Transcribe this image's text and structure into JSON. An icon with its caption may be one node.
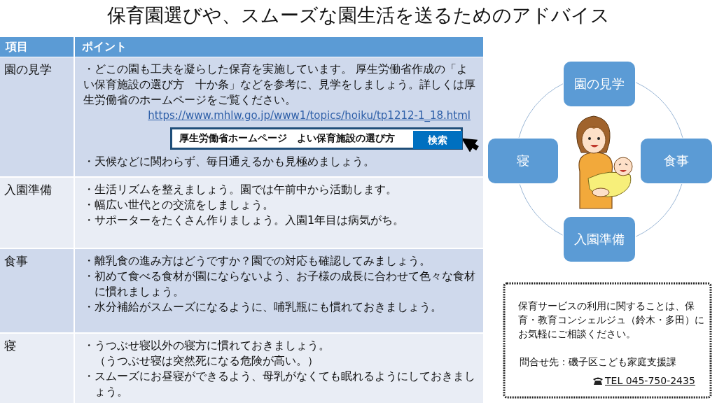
{
  "diagram": {
    "title": "保育園選びや、スムーズな園生活を送るためのアドバイス",
    "nodes": [
      {
        "text": [
          "厚生労働省ホームページ　よい保育施設の選び方"
        ]
      },
      {
        "text": [
          "検索"
        ],
        "in": 0
      },
      {
        "text": [
          "園の見学"
        ]
      },
      {
        "text": [
          "寝"
        ]
      },
      {
        "text": [
          "食事"
        ]
      },
      {
        "text": [
          "入園準備"
        ]
      },
      {
        "text": [
          "保育サービスの利用に関することは、保育・教育コンシェルジュ（鈴木・多田）にお気軽にご相談ください。",
          "問合せ先：磯子区こども家庭支援課",
          "TEL 045-750-2435"
        ]
      }
    ],
    "edges": [
      {
        "from": 2,
        "to": 4,
        "arrow": "none"
      },
      {
        "from": 4,
        "to": 5,
        "arrow": "none"
      },
      {
        "from": 5,
        "to": 3,
        "arrow": "none"
      },
      {
        "from": 3,
        "to": 2,
        "arrow": "none"
      },
      {
        "from": null,
        "to": 1,
        "arrow": "to",
        "style": "thick",
        "color": "#000000"
      }
    ],
    "labels": [
      "項目",
      "ポイント",
      "園の見学",
      "・どこの園も工夫を凝らした保育を実施しています。 厚生労働省作成の「よい保育施設の選び方　十か条」などを参考に、見学をしましょう。詳しくは厚生労働省のホームページをご覧ください。",
      "https://www.mhlw.go.jp/www1/topics/hoiku/tp1212-1_18.html",
      "・天候などに関わらず、毎日通えるかも見極めましょう。",
      "入園準備",
      "・生活リズムを整えましょう。園では午前中から活動します。",
      "・幅広い世代との交流をしましょう。",
      "・サポーターをたくさん作りましょう。入園1年目は病気がち。",
      "食事",
      "・離乳食の進み方はどうですか？園での対応も確認してみましょう。",
      "・初めて食べる食材が園にならないよう、お子様の成長に合わせて色々な食材に慣れましょう。",
      "・水分補給がスムーズになるように、哺乳瓶にも慣れておきましょう。",
      "寝",
      "・うつぶせ寝以外の寝方に慣れておきましょう。",
      "（うつぶせ寝は突然死になる危険が高い。）",
      "・スムーズにお昼寝ができるよう、母乳がなくても眠れるようにしておきましょう。"
    ]
  }
}
